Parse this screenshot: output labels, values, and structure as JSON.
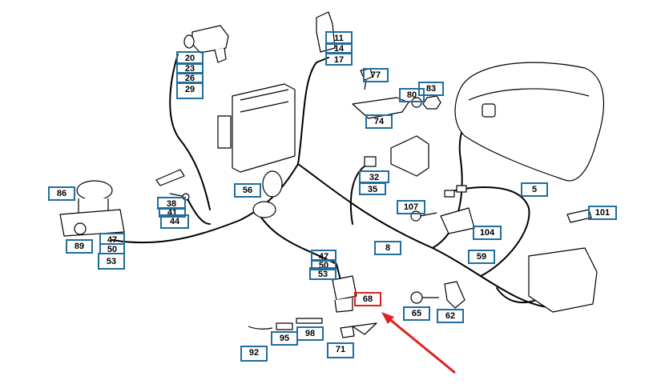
{
  "diagram": {
    "colors": {
      "callout_border": "#1f6e9e",
      "highlight": "#e02020",
      "line": "#000000"
    },
    "callouts": [
      {
        "id": "c11",
        "label": "11"
      },
      {
        "id": "c14",
        "label": "14"
      },
      {
        "id": "c17",
        "label": "17"
      },
      {
        "id": "c20",
        "label": "20"
      },
      {
        "id": "c23",
        "label": "23"
      },
      {
        "id": "c26",
        "label": "26"
      },
      {
        "id": "c29",
        "label": "29"
      },
      {
        "id": "c77",
        "label": "77"
      },
      {
        "id": "c80",
        "label": "80"
      },
      {
        "id": "c83",
        "label": "83"
      },
      {
        "id": "c74",
        "label": "74"
      },
      {
        "id": "c32",
        "label": "32"
      },
      {
        "id": "c35",
        "label": "35"
      },
      {
        "id": "c5",
        "label": "5"
      },
      {
        "id": "c86",
        "label": "86"
      },
      {
        "id": "c56",
        "label": "56"
      },
      {
        "id": "c38",
        "label": "38"
      },
      {
        "id": "c41",
        "label": "41"
      },
      {
        "id": "c44",
        "label": "44"
      },
      {
        "id": "c107",
        "label": "107"
      },
      {
        "id": "c101",
        "label": "101"
      },
      {
        "id": "c104",
        "label": "104"
      },
      {
        "id": "c47a",
        "label": "47"
      },
      {
        "id": "c50a",
        "label": "50"
      },
      {
        "id": "c53a",
        "label": "53"
      },
      {
        "id": "c89",
        "label": "89"
      },
      {
        "id": "c8",
        "label": "8"
      },
      {
        "id": "c47b",
        "label": "47"
      },
      {
        "id": "c50b",
        "label": "50"
      },
      {
        "id": "c53b",
        "label": "53"
      },
      {
        "id": "c59",
        "label": "59"
      },
      {
        "id": "c68",
        "label": "68",
        "highlighted": true
      },
      {
        "id": "c65",
        "label": "65"
      },
      {
        "id": "c62",
        "label": "62"
      },
      {
        "id": "c95",
        "label": "95"
      },
      {
        "id": "c98",
        "label": "98"
      },
      {
        "id": "c92",
        "label": "92"
      },
      {
        "id": "c71",
        "label": "71"
      }
    ]
  }
}
